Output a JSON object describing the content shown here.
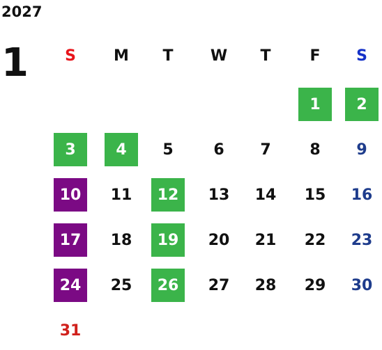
{
  "year": "2027",
  "month": "1",
  "colors": {
    "text": "#111111",
    "sunday_header": "#e8141b",
    "saturday_header": "#1431c8",
    "sunday_date": "#d0201b",
    "saturday_date": "#1e3c8c",
    "highlight_green": "#3bb44a",
    "highlight_purple": "#7b0a84",
    "highlight_text": "#ffffff"
  },
  "weekday_headers": [
    {
      "label": "S",
      "type": "sunday"
    },
    {
      "label": "M",
      "type": "weekday"
    },
    {
      "label": "T",
      "type": "weekday"
    },
    {
      "label": "W",
      "type": "weekday"
    },
    {
      "label": "T",
      "type": "weekday"
    },
    {
      "label": "F",
      "type": "weekday"
    },
    {
      "label": "S",
      "type": "saturday"
    }
  ],
  "days": [
    {
      "day": "1",
      "highlight": "green"
    },
    {
      "day": "2",
      "highlight": "green"
    },
    {
      "day": "3",
      "highlight": "green"
    },
    {
      "day": "4",
      "highlight": "green"
    },
    {
      "day": "5",
      "highlight": "none"
    },
    {
      "day": "6",
      "highlight": "none"
    },
    {
      "day": "7",
      "highlight": "none"
    },
    {
      "day": "8",
      "highlight": "none"
    },
    {
      "day": "9",
      "highlight": "none"
    },
    {
      "day": "10",
      "highlight": "purple"
    },
    {
      "day": "11",
      "highlight": "none"
    },
    {
      "day": "12",
      "highlight": "green"
    },
    {
      "day": "13",
      "highlight": "none"
    },
    {
      "day": "14",
      "highlight": "none"
    },
    {
      "day": "15",
      "highlight": "none"
    },
    {
      "day": "16",
      "highlight": "none"
    },
    {
      "day": "17",
      "highlight": "purple"
    },
    {
      "day": "18",
      "highlight": "none"
    },
    {
      "day": "19",
      "highlight": "green"
    },
    {
      "day": "20",
      "highlight": "none"
    },
    {
      "day": "21",
      "highlight": "none"
    },
    {
      "day": "22",
      "highlight": "none"
    },
    {
      "day": "23",
      "highlight": "none"
    },
    {
      "day": "24",
      "highlight": "purple"
    },
    {
      "day": "25",
      "highlight": "none"
    },
    {
      "day": "26",
      "highlight": "green"
    },
    {
      "day": "27",
      "highlight": "none"
    },
    {
      "day": "28",
      "highlight": "none"
    },
    {
      "day": "29",
      "highlight": "none"
    },
    {
      "day": "30",
      "highlight": "none"
    },
    {
      "day": "31",
      "highlight": "none"
    }
  ]
}
